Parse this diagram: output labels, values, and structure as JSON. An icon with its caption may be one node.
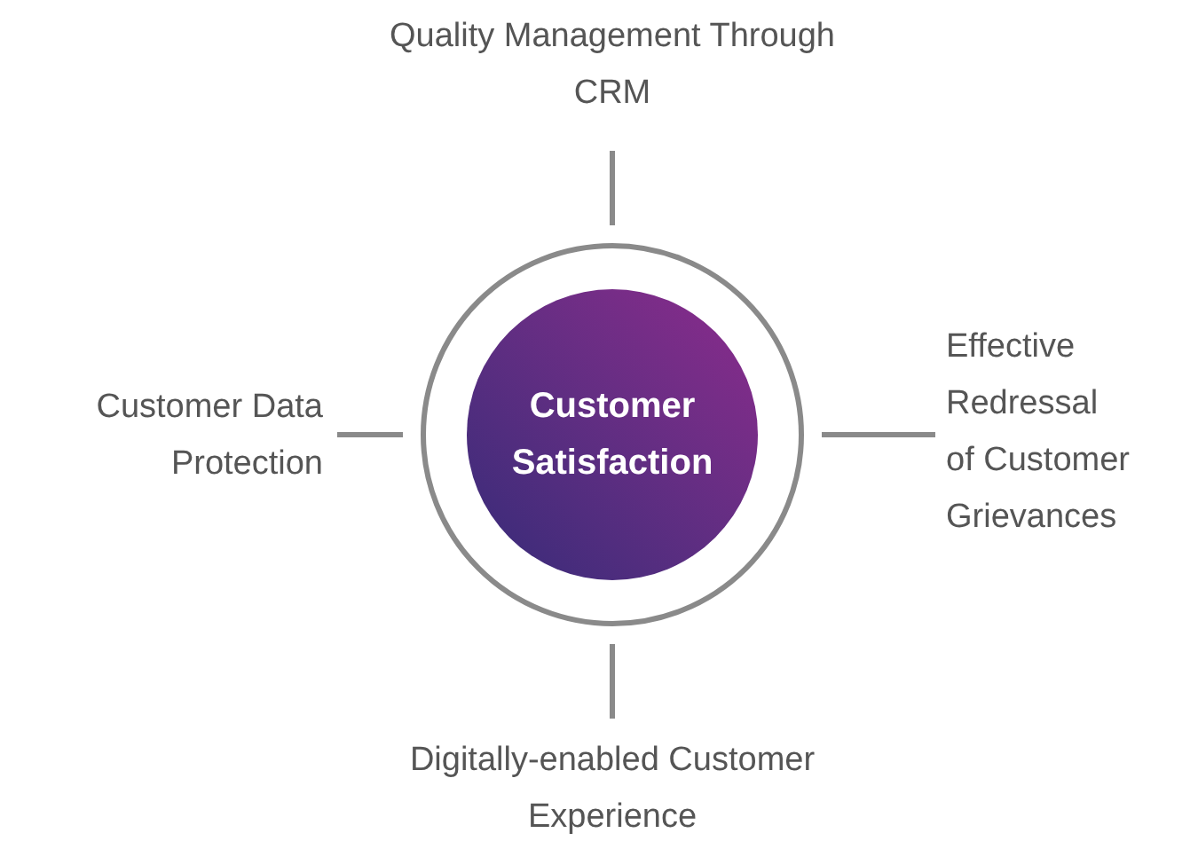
{
  "diagram": {
    "nodes": [
      {
        "text": [],
        "shape": "circle"
      },
      {
        "text": [
          "Customer Satisfaction"
        ],
        "in": 0
      },
      {
        "text": [
          "Quality Management Through CRM"
        ]
      },
      {
        "text": [
          "Effective Redressal of Customer Grievances"
        ]
      },
      {
        "text": [
          "Digitally-enabled Customer Experience"
        ]
      },
      {
        "text": [
          "Customer Data Protection"
        ]
      }
    ],
    "edges": [
      {
        "from": 0,
        "to": 2,
        "arrow": "none"
      },
      {
        "from": 0,
        "to": 3,
        "arrow": "none"
      },
      {
        "from": 0,
        "to": 4,
        "arrow": "none"
      },
      {
        "from": 0,
        "to": 5,
        "arrow": "none"
      }
    ]
  }
}
